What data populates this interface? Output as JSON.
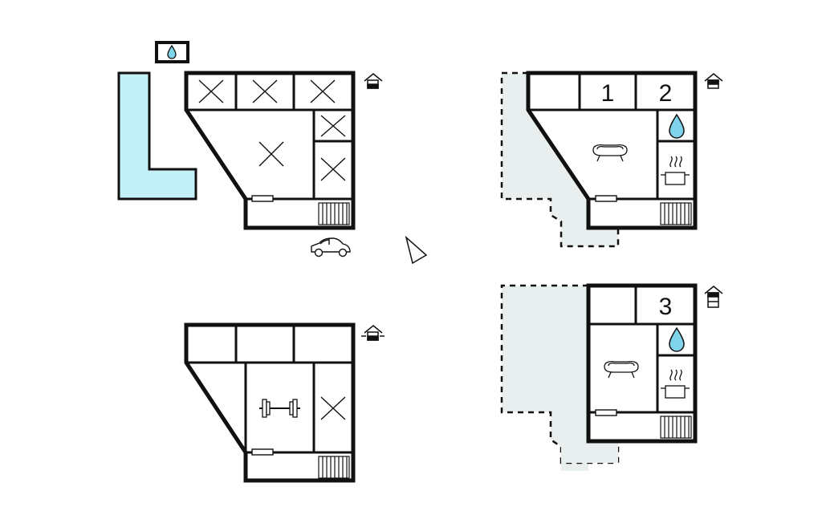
{
  "plans": {
    "ground": {
      "markers": [],
      "icons": [
        "pool-icon",
        "water-drop-icon",
        "car-icon",
        "floor-level-icon",
        "stairs-icon",
        "radiator-icon",
        "bedroom-cross-icon"
      ]
    },
    "first": {
      "room_numbers": [
        "1",
        "2"
      ],
      "icons": [
        "sofa-icon",
        "water-drop-icon",
        "cooking-pot-icon",
        "stairs-icon",
        "radiator-icon",
        "floor-level-icon"
      ]
    },
    "basement": {
      "icons": [
        "dumbbell-icon",
        "bedroom-cross-icon",
        "stairs-icon",
        "radiator-icon",
        "floor-level-icon"
      ]
    },
    "second": {
      "room_numbers": [
        "3"
      ],
      "icons": [
        "sofa-icon",
        "water-drop-icon",
        "cooking-pot-icon",
        "stairs-icon",
        "radiator-icon",
        "floor-level-icon"
      ]
    }
  },
  "colors": {
    "wall": "#111111",
    "pool": "#c4f0f7",
    "water": "#7fd3ea",
    "terrace": "#e9eeee"
  }
}
